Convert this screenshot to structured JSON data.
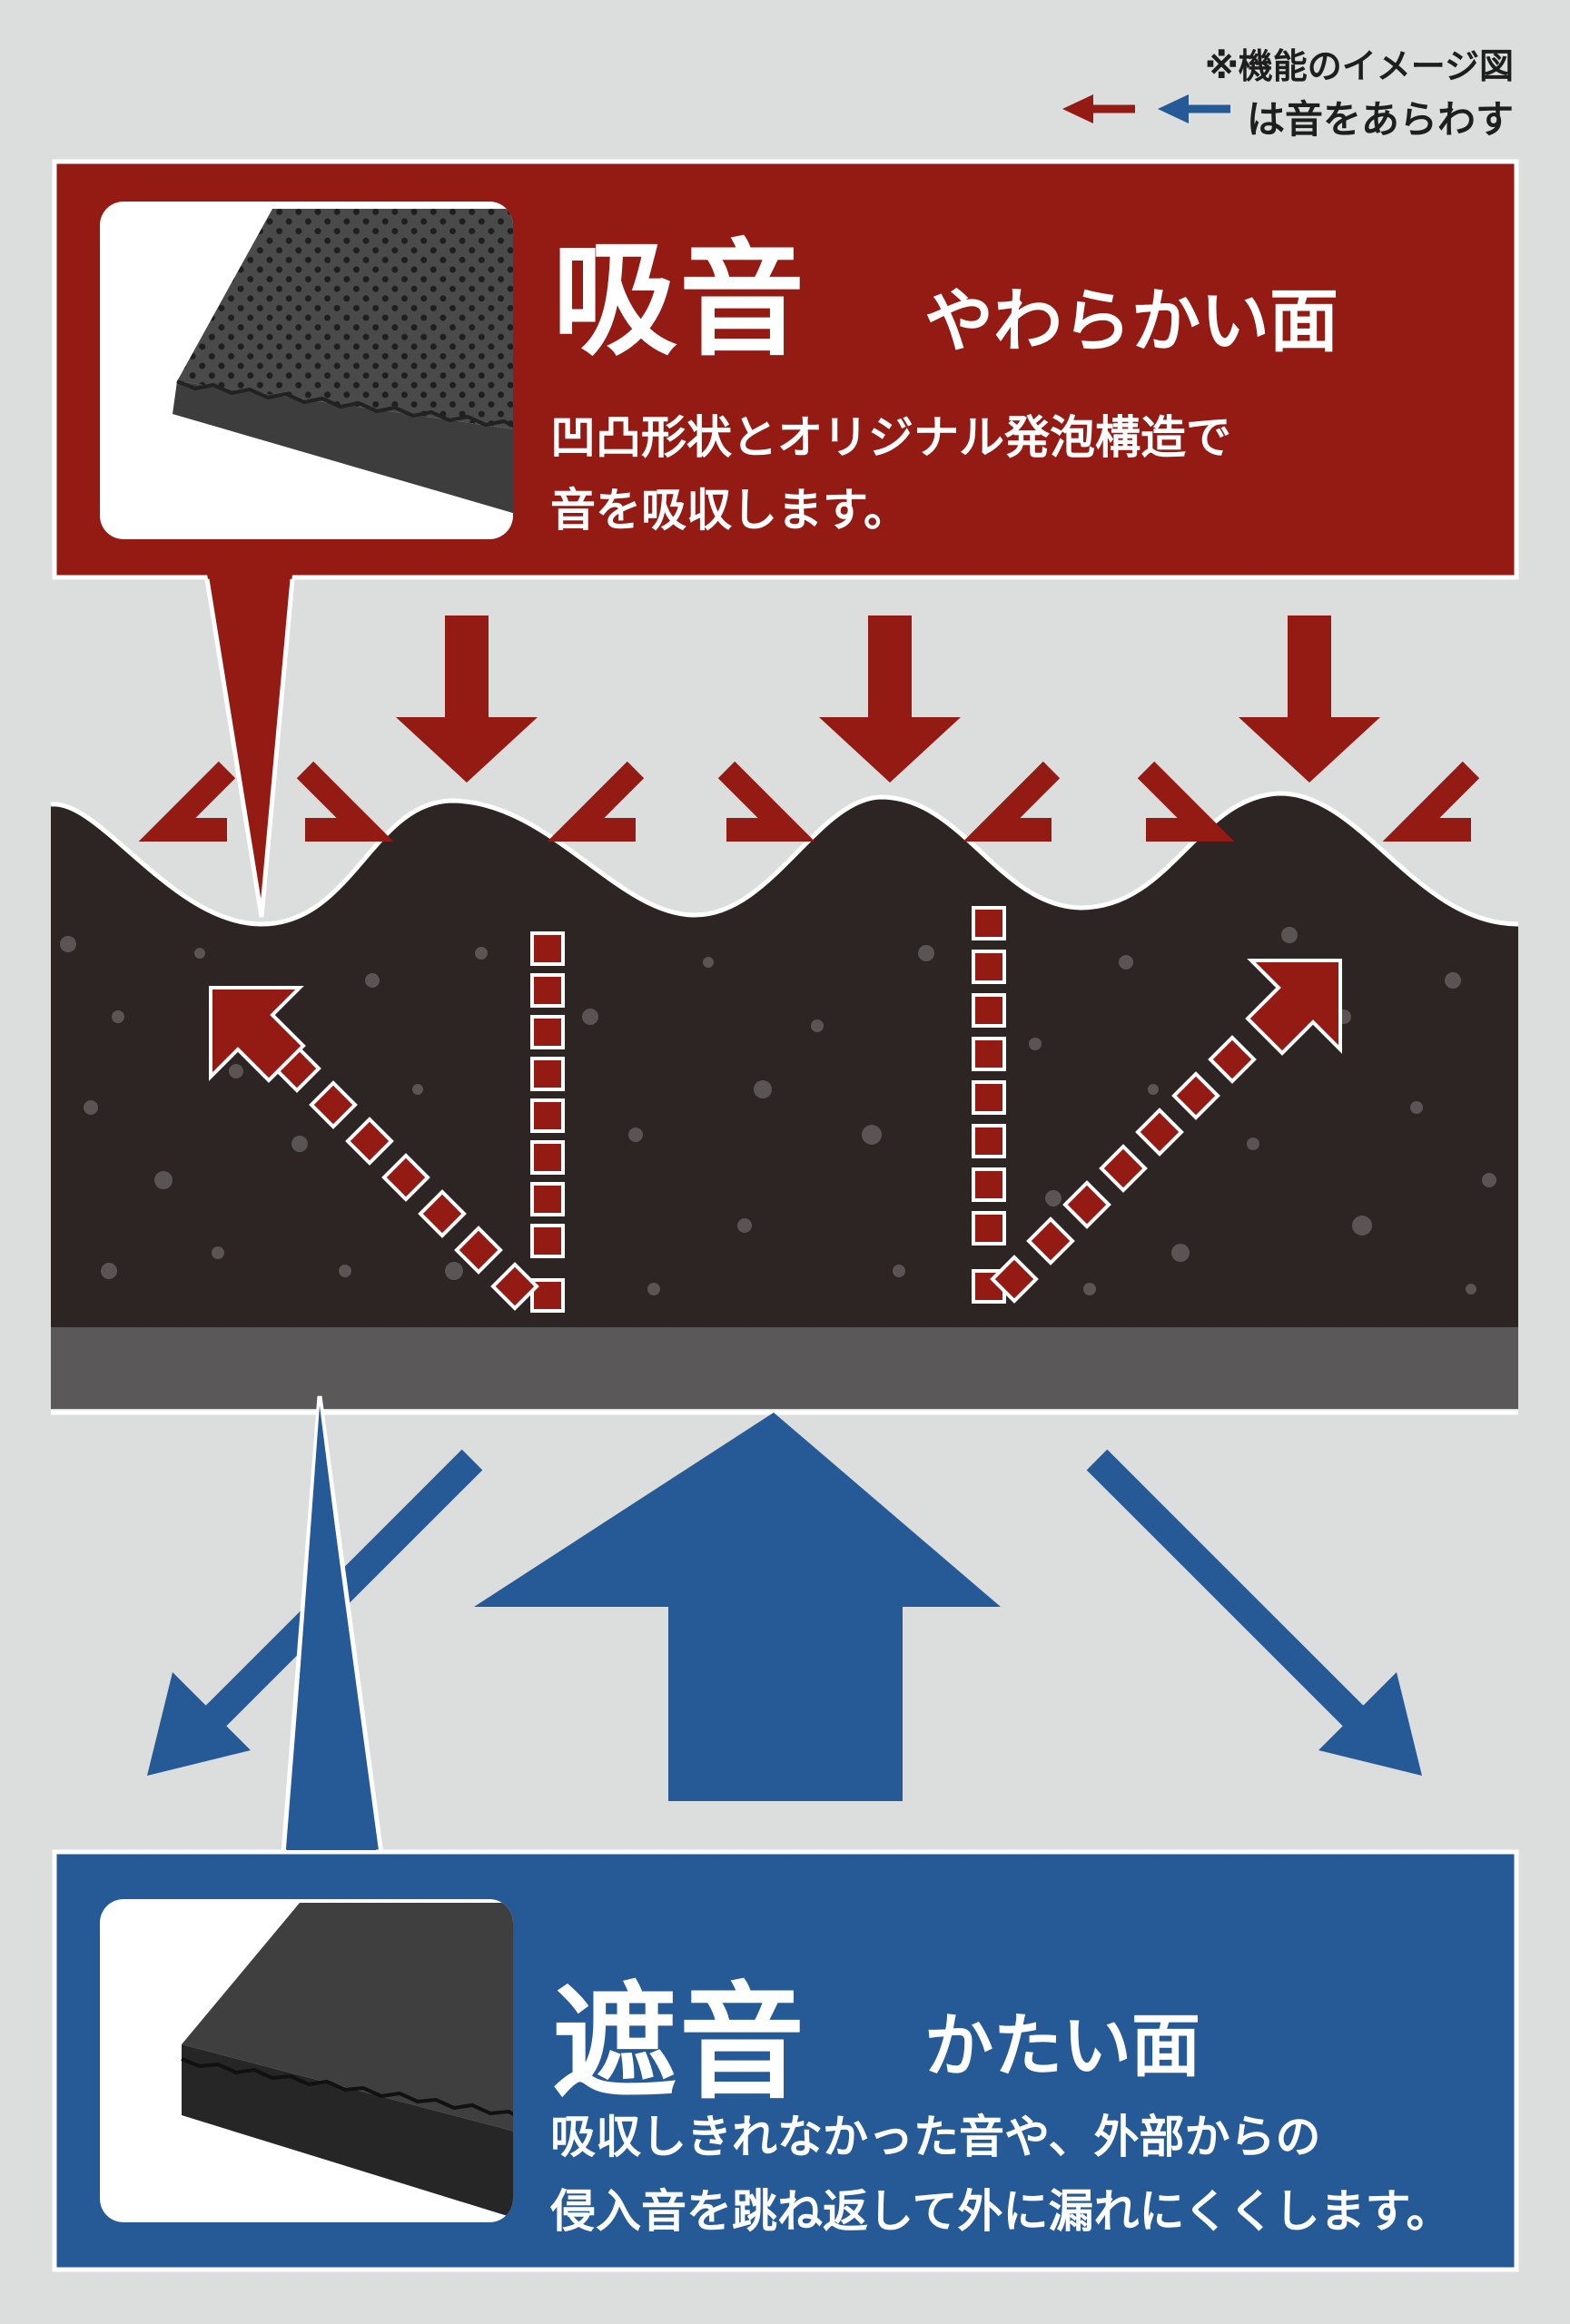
{
  "note": {
    "line1": "※機能のイメージ図",
    "line2": "は音をあらわす"
  },
  "colors": {
    "background": "#dcdddd",
    "absorb_red": "#941a14",
    "block_blue": "#255a97",
    "foam_dark": "#2c2524",
    "foam_base": "#5a5859"
  },
  "absorption": {
    "title": "吸音",
    "subtitle": "やわらかい面",
    "description_line1": "凹凸形状とオリジナル発泡構造で",
    "description_line2": "音を吸収します。"
  },
  "insulation": {
    "title": "遮音",
    "subtitle": "かたい面",
    "description_line1": "吸収しきれなかった音や、外部からの",
    "description_line2": "侵入音を跳ね返して外に漏れにくくします。"
  }
}
